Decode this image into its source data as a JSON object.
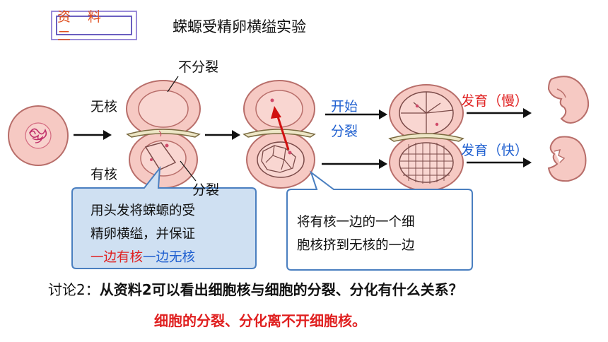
{
  "header": {
    "tag_label": "资 料 二",
    "title": "蝾螈受精卵横缢实验"
  },
  "labels": {
    "no_nucleus": "无核",
    "has_nucleus": "有核",
    "no_division": "不分裂",
    "division": "分裂",
    "start_division_1": "开始",
    "start_division_2": "分裂",
    "develop_slow": "发育（慢）",
    "develop_fast": "发育（快）"
  },
  "callouts": {
    "left": {
      "line1": "用头发将蝾螈的受",
      "line2": "精卵横缢，并保证",
      "line3_red": "一边有核",
      "line3_blue": "一边无核"
    },
    "right": {
      "line1": "将有核一边的一个细",
      "line2": "胞核挤到无核的一边"
    }
  },
  "discussion": {
    "prefix": "讨论2：",
    "question": "从资料2可以看出细胞核与细胞的分裂、分化有什么关系？",
    "answer": "细胞的分裂、分化离不开细胞核。"
  },
  "colors": {
    "cell_pink": "#f6c9c3",
    "outline": "#b86e6a",
    "callout_fill": "#cfe0f2",
    "callout_border": "#4a7fc0",
    "answer_red": "#e02020",
    "label_blue": "#2060d0"
  }
}
